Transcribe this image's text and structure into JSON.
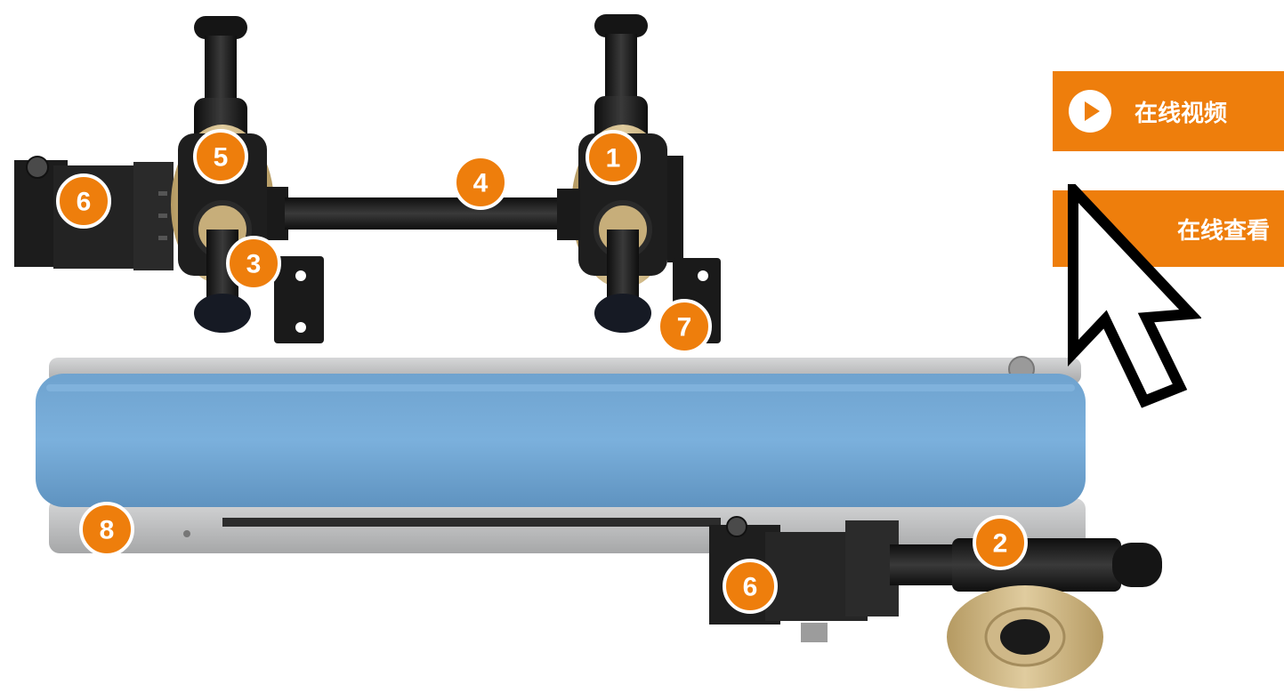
{
  "colors": {
    "accent": "#EE7E0C",
    "belt": "#74A9D6",
    "frame": "#BDBEBF",
    "brass": "#CDB586",
    "dark": "#1A1A1A"
  },
  "actions": {
    "video_label": "在线视频",
    "video_icon": "play-circle-icon",
    "view_label": "在线查看",
    "view_icon": "pointer-cursor-icon"
  },
  "callouts": {
    "c1": "1",
    "c2": "2",
    "c3": "3",
    "c4": "4",
    "c5": "5",
    "c6a": "6",
    "c6b": "6",
    "c7": "7",
    "c8": "8"
  }
}
